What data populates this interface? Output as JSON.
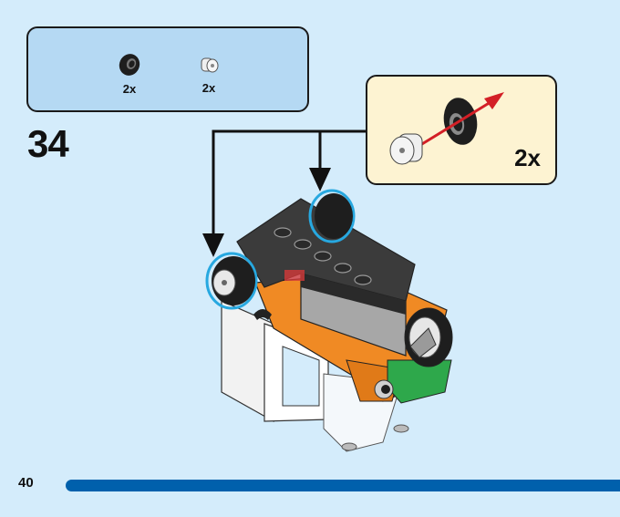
{
  "parts_list": {
    "items": [
      {
        "icon": "tire-icon",
        "name": "Tire",
        "color": "#1a1a1a",
        "quantity": "2x"
      },
      {
        "icon": "wheel-hub-icon",
        "name": "Wheel hub",
        "color": "#e8e8e8",
        "quantity": "2x"
      }
    ]
  },
  "step": {
    "number": "34"
  },
  "callout": {
    "quantity": "2x",
    "arrow_color": "#d31f26"
  },
  "page": {
    "number": "40",
    "bar_color": "#0060ac"
  },
  "colors": {
    "background": "#d4ecfb",
    "parts_box": "#b5d9f3",
    "callout_box": "#fdf3d2",
    "highlight": "#27a8e0",
    "model_orange": "#f08a24",
    "model_dark_gray": "#4a4a4a",
    "model_green": "#2ea84b"
  }
}
